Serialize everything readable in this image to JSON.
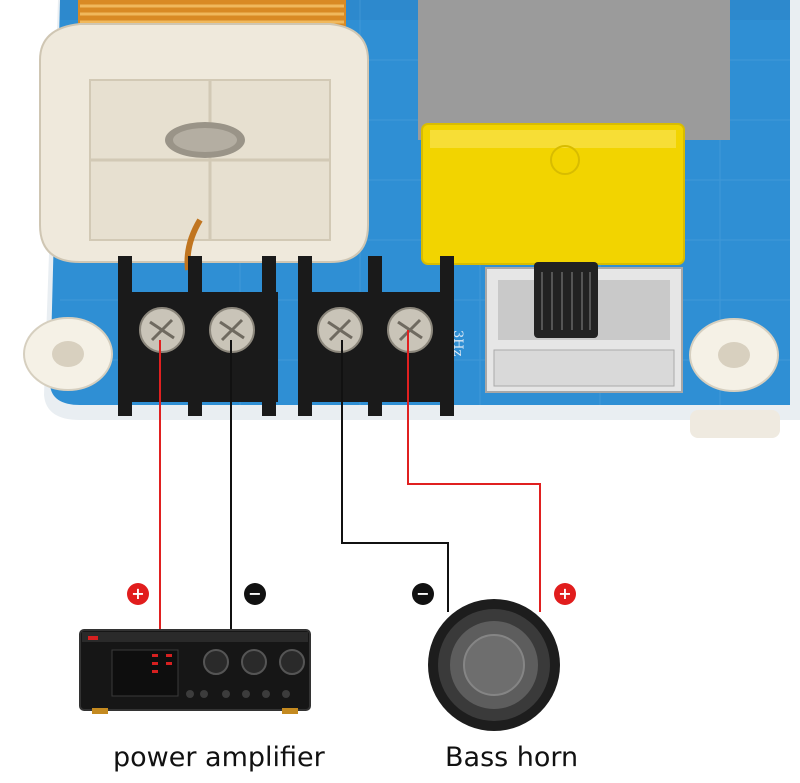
{
  "colors": {
    "board_blue": "#2f8fd4",
    "board_edge": "#e9eef2",
    "wire_red": "#e02020",
    "wire_black": "#111111",
    "capacitor_yellow": "#f2d400",
    "coil_copper": "#d98a24",
    "bobbin_white": "#efe9dc",
    "terminal_black": "#1a1a1a",
    "plus_marker": "#e11d1d",
    "minus_marker": "#111111"
  },
  "board": {
    "silkscreen": "3Hz"
  },
  "markers": {
    "amp_positive": "+",
    "amp_negative": "−",
    "horn_negative": "−",
    "horn_positive": "+"
  },
  "captions": {
    "amplifier": "power amplifier",
    "horn": "Bass horn"
  }
}
